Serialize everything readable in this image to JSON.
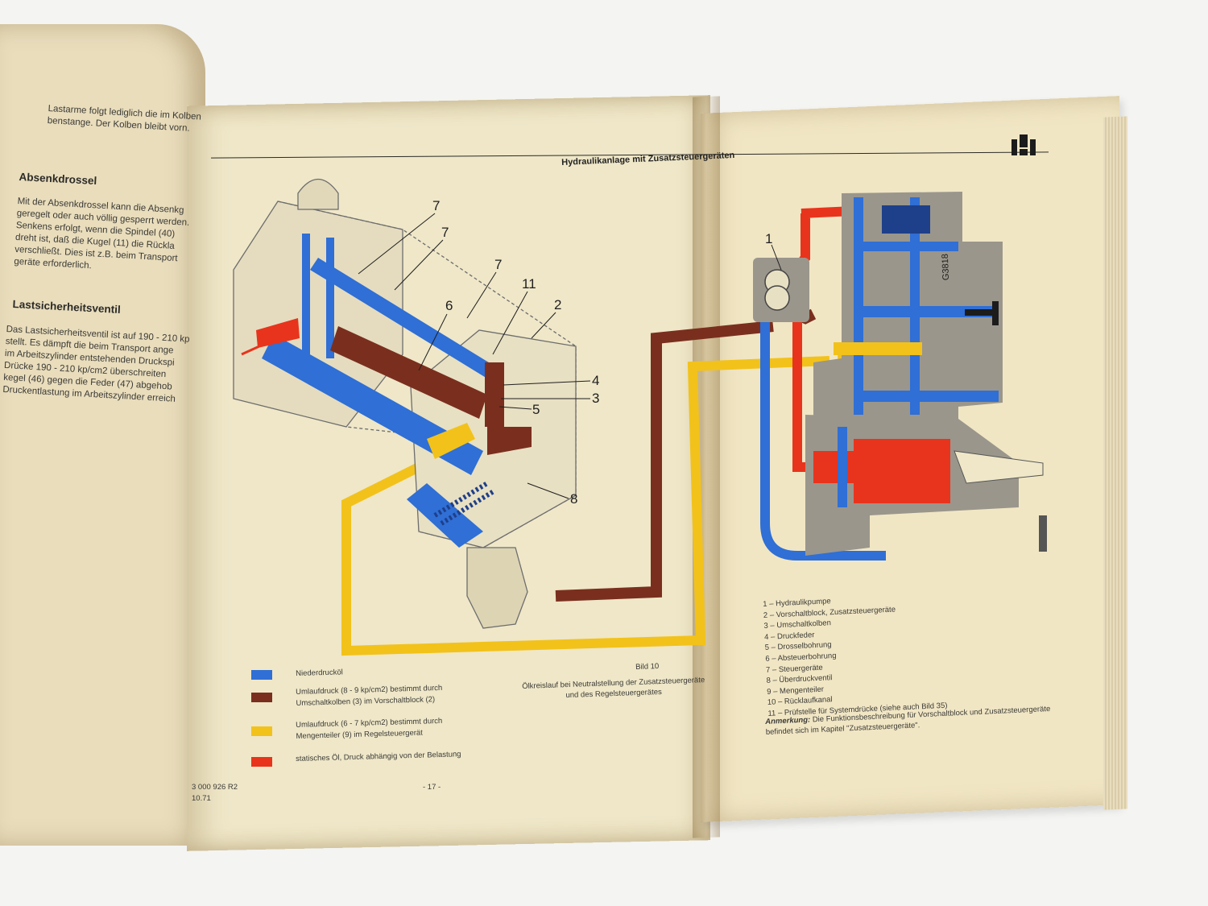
{
  "left_page": {
    "lines_top": [
      "Lastarme folgt lediglich die im Kolben",
      "benstange. Der Kolben bleibt vorn."
    ],
    "heading_1": "Absenkdrossel",
    "para_1": [
      "Mit der Absenkdrossel kann die Absenkg",
      "geregelt oder auch völlig gesperrt werden.",
      "Senkens erfolgt, wenn die Spindel (40)",
      "dreht ist, daß die Kugel (11) die Rückla",
      "verschließt. Dies ist z.B. beim Transport",
      "geräte erforderlich."
    ],
    "heading_2": "Lastsicherheitsventil",
    "para_2": [
      "Das Lastsicherheitsventil ist auf 190 - 210 kp",
      "stellt. Es dämpft die beim Transport ange",
      "im Arbeitszylinder entstehenden Druckspi",
      "Drücke 190 - 210 kp/cm2 überschreiten",
      "kegel (46) gegen die Feder (47) abgehob",
      "Druckentlastung im Arbeitszylinder erreich"
    ]
  },
  "header": {
    "title": "Hydraulikanlage mit Zusatzsteuergeräten"
  },
  "callouts": [
    "7",
    "7",
    "7",
    "11",
    "6",
    "2",
    "4",
    "3",
    "5",
    "8",
    "1"
  ],
  "diagram_stamp": "G3818",
  "legend": [
    {
      "color": "#2f6fd6",
      "text": [
        "Niederdrucköl"
      ]
    },
    {
      "color": "#7a2f1e",
      "text": [
        "Umlaufdruck (8 - 9 kp/cm2) bestimmt durch",
        "Umschaltkolben (3) im Vorschaltblock (2)"
      ]
    },
    {
      "color": "#f2c21b",
      "text": [
        "Umlaufdruck (6 - 7 kp/cm2) bestimmt durch",
        "Mengenteiler (9) im Regelsteuergerät"
      ]
    },
    {
      "color": "#e8341c",
      "text": [
        "statisches Öl, Druck abhängig von der Belastung"
      ]
    }
  ],
  "figure_label": "Bild 10",
  "caption": [
    "Ölkreislauf bei Neutralstellung der Zusatzsteuergeräte",
    "und des Regelsteuergerätes"
  ],
  "footer": {
    "doc_number": "3 000 926 R2",
    "date": "10.71",
    "page": "- 17 -"
  },
  "parts": [
    "1 – Hydraulikpumpe",
    "2 – Vorschaltblock, Zusatzsteuergeräte",
    "3 – Umschaltkolben",
    "4 – Druckfeder",
    "5 – Drosselbohrung",
    "6 – Absteuerbohrung",
    "7 – Steuergeräte",
    "8 – Überdruckventil",
    "9 – Mengenteiler",
    "10 – Rücklaufkanal",
    "11 – Prüfstelle für Systemdrücke (siehe auch Bild 35)"
  ],
  "note": {
    "label": "Anmerkung:",
    "text": "Die Funktionsbeschreibung für Vorschaltblock und Zusatzsteuergeräte befindet sich im Kapitel \"Zusatzsteuergeräte\"."
  },
  "logo": "IH-logo"
}
